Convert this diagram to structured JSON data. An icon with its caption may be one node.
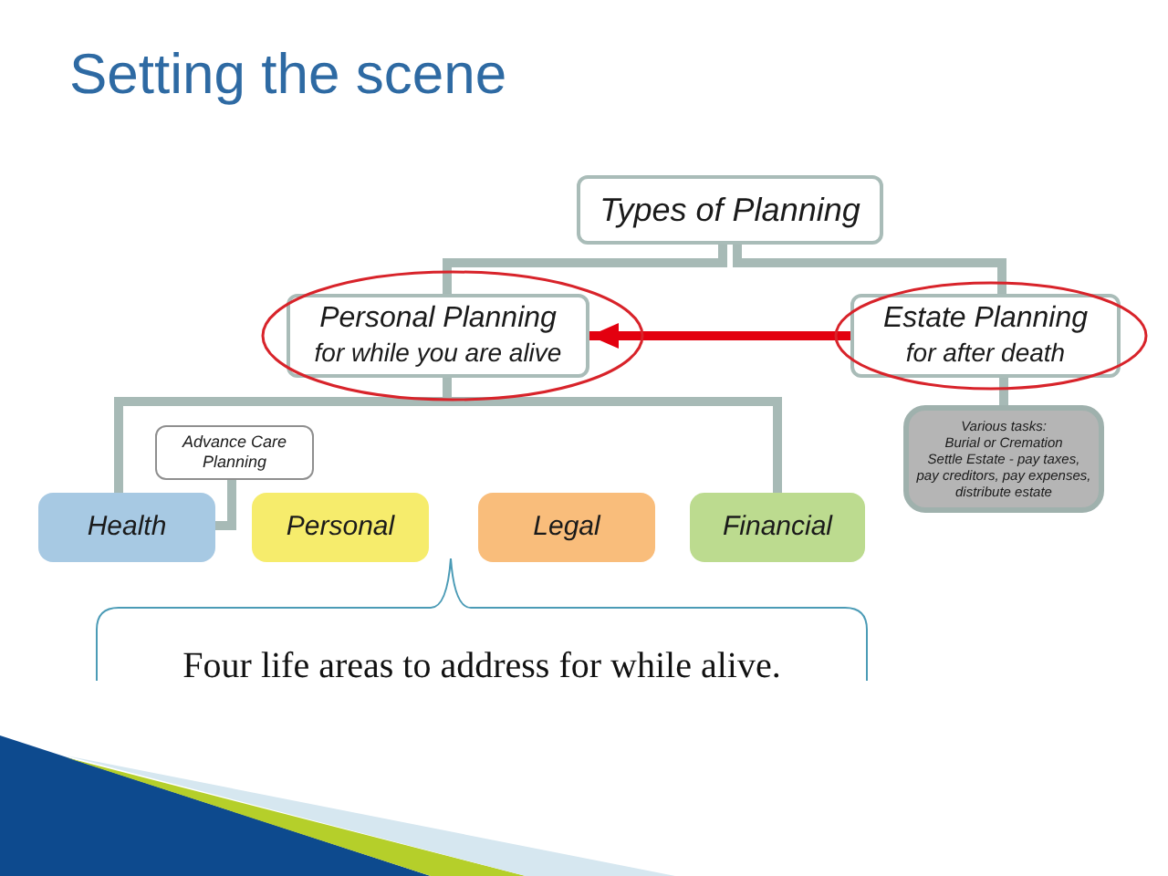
{
  "diagram": {
    "title": "Setting the scene",
    "nodes": [
      {
        "text": [
          "Types of Planning"
        ]
      },
      {
        "text": [
          "Personal Planning",
          "for while you are alive"
        ]
      },
      {
        "text": [
          "Estate Planning",
          "for after death"
        ]
      },
      {
        "text": [
          "Various tasks:",
          "Burial or Cremation",
          "Settle Estate - pay taxes, pay creditors, pay expenses, distribute estate"
        ]
      },
      {
        "text": [
          "Advance Care Planning"
        ]
      },
      {
        "text": [
          "Health"
        ]
      },
      {
        "text": [
          "Personal"
        ]
      },
      {
        "text": [
          "Legal"
        ]
      },
      {
        "text": [
          "Financial"
        ]
      }
    ],
    "edges": [
      {
        "from": 0,
        "to": 1,
        "arrow": "none"
      },
      {
        "from": 0,
        "to": 2,
        "arrow": "none"
      },
      {
        "from": 2,
        "to": 1,
        "arrow": "to",
        "color": "#e3000f"
      },
      {
        "from": 1,
        "to": 5,
        "arrow": "none"
      },
      {
        "from": 1,
        "to": 8,
        "arrow": "none"
      },
      {
        "from": 2,
        "to": 3,
        "arrow": "none"
      },
      {
        "from": 4,
        "to": 5,
        "arrow": "none"
      }
    ],
    "labels": [
      "Four life areas to address for while alive."
    ]
  }
}
